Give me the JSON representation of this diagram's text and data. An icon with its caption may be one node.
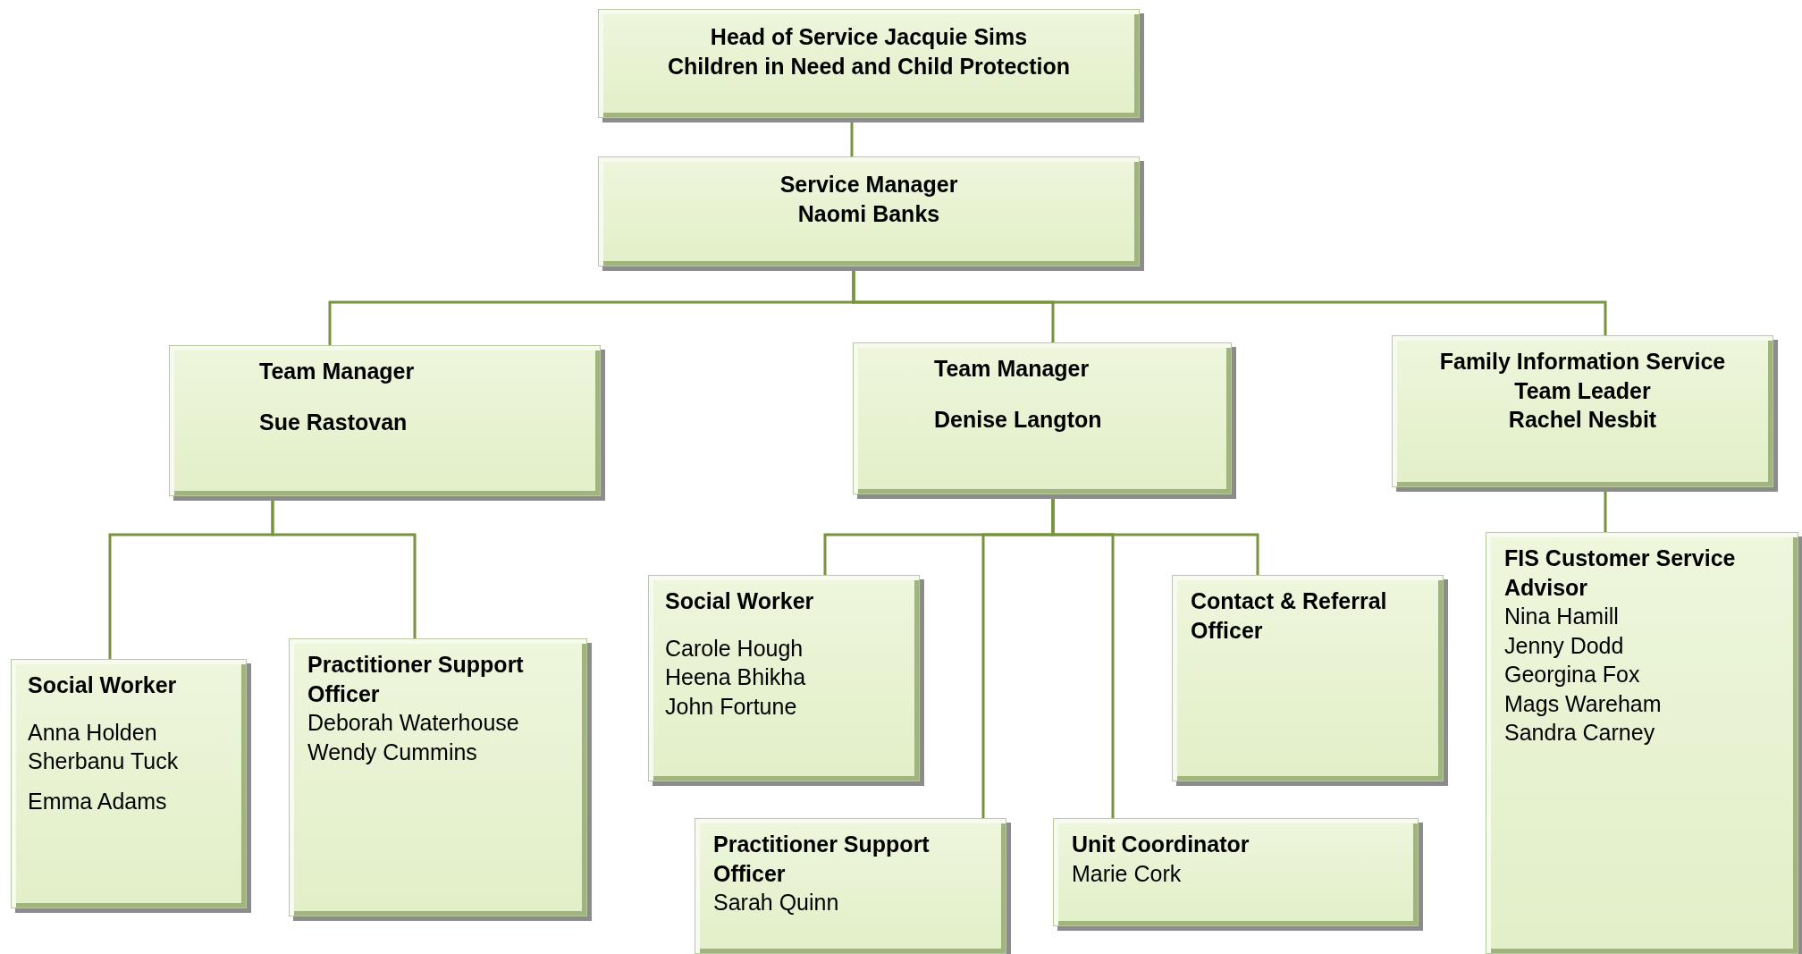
{
  "diagram": {
    "nodes": [
      {
        "text": [
          "Head of Service Jacquie Sims",
          "Children in Need and Child Protection"
        ]
      },
      {
        "text": [
          "Service Manager",
          "Naomi Banks"
        ]
      },
      {
        "text": [
          "Team Manager",
          "Sue Rastovan"
        ]
      },
      {
        "text": [
          "Team Manager",
          "Denise Langton"
        ]
      },
      {
        "text": [
          "Family Information Service",
          "Team Leader",
          "Rachel Nesbit"
        ]
      },
      {
        "text": [
          "Social Worker",
          "Anna Holden",
          "Sherbanu Tuck",
          "Emma Adams"
        ]
      },
      {
        "text": [
          "Practitioner Support Officer",
          "Deborah Waterhouse",
          "Wendy Cummins"
        ]
      },
      {
        "text": [
          "Social Worker",
          "Carole Hough",
          "Heena Bhikha",
          "John Fortune"
        ]
      },
      {
        "text": [
          "Contact & Referral Officer"
        ]
      },
      {
        "text": [
          "Practitioner Support Officer",
          "Sarah Quinn"
        ]
      },
      {
        "text": [
          "Unit Coordinator",
          "Marie Cork"
        ]
      },
      {
        "text": [
          "FIS Customer Service Advisor",
          "Nina Hamill",
          "Jenny Dodd",
          "Georgina Fox",
          "Mags Wareham",
          "Sandra Carney"
        ]
      }
    ],
    "edges": [
      {
        "from": 0,
        "to": 1,
        "arrow": "none"
      },
      {
        "from": 1,
        "to": 2,
        "arrow": "none"
      },
      {
        "from": 1,
        "to": 3,
        "arrow": "none"
      },
      {
        "from": 1,
        "to": 4,
        "arrow": "none"
      },
      {
        "from": 2,
        "to": 5,
        "arrow": "none"
      },
      {
        "from": 2,
        "to": 6,
        "arrow": "none"
      },
      {
        "from": 3,
        "to": 7,
        "arrow": "none"
      },
      {
        "from": 3,
        "to": 9,
        "arrow": "none"
      },
      {
        "from": 3,
        "to": 10,
        "arrow": "none"
      },
      {
        "from": 3,
        "to": 8,
        "arrow": "none"
      },
      {
        "from": 4,
        "to": 11,
        "arrow": "none"
      }
    ]
  }
}
